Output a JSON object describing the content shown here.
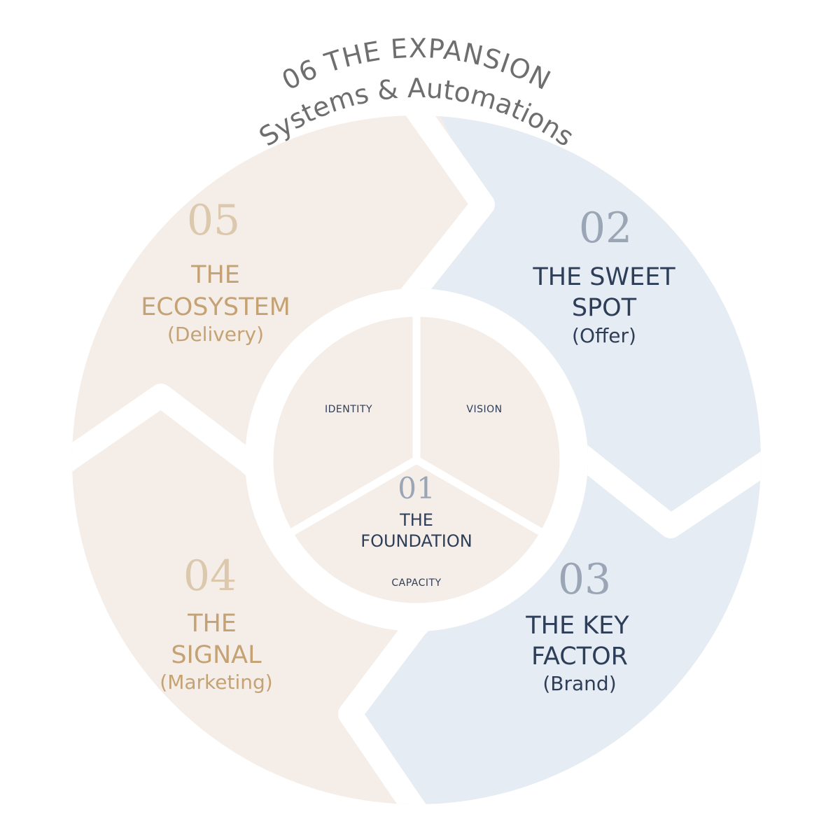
{
  "title": {
    "line1": "06  THE EXPANSION",
    "line2": "Systems & Automations"
  },
  "colors": {
    "beige": "#f5eee8",
    "blue": "#e6ecf3",
    "gold": "#c4a274",
    "gold_number": "#dcc9ad",
    "navy": "#2e3e58",
    "navy_number": "#9aa5b5",
    "title_gray": "#6e6e6e"
  },
  "segments": [
    {
      "number": "02",
      "line1": "THE SWEET",
      "line2": "SPOT",
      "sub": "(Offer)"
    },
    {
      "number": "03",
      "line1": "THE KEY",
      "line2": "FACTOR",
      "sub": "(Brand)"
    },
    {
      "number": "04",
      "line1": "THE",
      "line2": "SIGNAL",
      "sub": "(Marketing)"
    },
    {
      "number": "05",
      "line1": "THE",
      "line2": "ECOSYSTEM",
      "sub": "(Delivery)"
    }
  ],
  "core": {
    "number": "01",
    "line1": "THE",
    "line2": "FOUNDATION",
    "parts": [
      "IDENTITY",
      "VISION",
      "CAPACITY"
    ]
  }
}
